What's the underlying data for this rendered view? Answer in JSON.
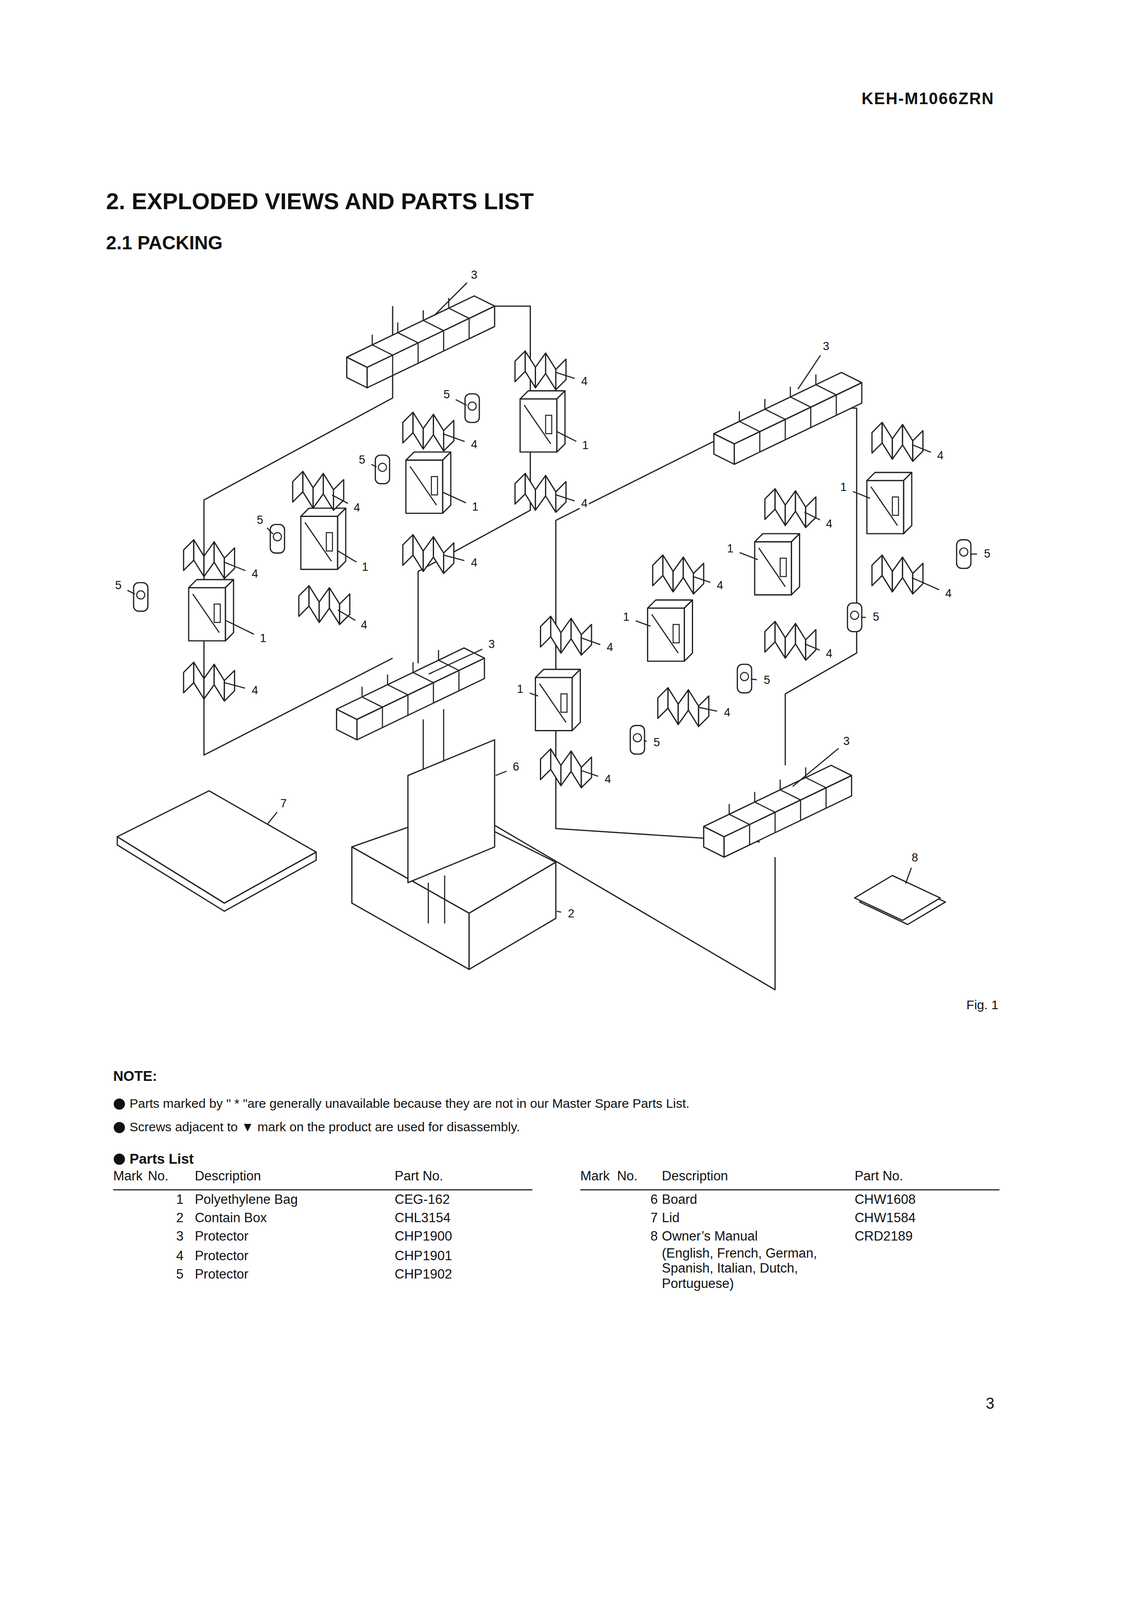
{
  "diagram": {
    "title": "2. EXPLODED VIEWS AND PARTS LIST",
    "caption": "Fig. 1",
    "labels": [
      "KEH-M1066ZRN",
      "2.1 PACKING",
      "3",
      "4",
      "5",
      "1",
      "4",
      "5",
      "1",
      "4",
      "4",
      "5",
      "4",
      "1",
      "4",
      "5",
      "4",
      "1",
      "3",
      "4",
      "3",
      "4",
      "1",
      "4",
      "1",
      "5",
      "4",
      "4",
      "1",
      "5",
      "4",
      "4",
      "5",
      "1",
      "4",
      "5",
      "3",
      "6",
      "4",
      "7",
      "8",
      "2",
      "NOTE:",
      "Parts marked by \" * \"are generally unavailable because they are not in our Master Spare Parts List.",
      "Screws adjacent to ▼ mark on the product are used for disassembly.",
      "Parts List",
      "Mark",
      "No.",
      "Description",
      "Part No.",
      "Mark",
      "No.",
      "Description",
      "Part No.",
      "1",
      "Polyethylene Bag",
      "CEG-162",
      "2",
      "Contain Box",
      "CHL3154",
      "3",
      "Protector",
      "CHP1900",
      "4",
      "Protector",
      "CHP1901",
      "5",
      "Protector",
      "CHP1902",
      "6",
      "Board",
      "CHW1608",
      "7",
      "Lid",
      "CHW1584",
      "8",
      "Owner’s Manual",
      "CRD2189",
      "(English, French, German, Spanish, Italian, Dutch, Portuguese)",
      "3"
    ]
  }
}
